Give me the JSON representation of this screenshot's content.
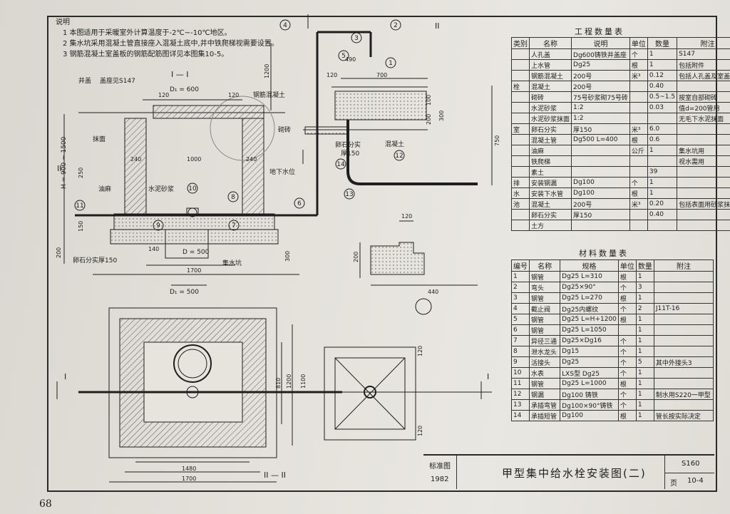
{
  "page_number": "68",
  "notes": {
    "title": "说明",
    "items": [
      "1  本图适用于采暖室外计算温度于-2℃~-10℃地区。",
      "2  集水坑采用混凝土管直接座入混凝土底中,井中铁爬梯视需要设置。",
      "3  钢筋混凝土室盖板的钢筋配筋图详见本图集10-5。"
    ]
  },
  "drawing": {
    "section_title": "I — I",
    "section2_title": "II — II",
    "d1_top": "D₁ = 600",
    "d_pit": "D = 500",
    "d1_bottom": "D₁ = 500",
    "sump_label": "集水坑",
    "labels": {
      "well_cover": "井盖",
      "well_cover_ref": "盖座见S147",
      "rc": "钢筋混凝土",
      "brick": "砌砖",
      "plaster": "抹面",
      "asphalt": "油麻",
      "cement": "水泥砂浆",
      "groundwater": "地下水位",
      "gravel": "卵石分实厚150",
      "concrete": "混凝土",
      "gravel2": "卵石分实",
      "gravel2_thk": "厚150",
      "h_range": "H = 900 ~ 1500",
      "axis1": "I",
      "axis2": "II"
    },
    "dims": [
      "120",
      "120",
      "1000",
      "240",
      "240",
      "250",
      "150",
      "200",
      "1700",
      "140",
      "300",
      "1200",
      "490",
      "700",
      "120",
      "100",
      "200",
      "300",
      "750",
      "120",
      "200",
      "440",
      "810",
      "1200",
      "1480",
      "1700",
      "1100",
      "120",
      "120"
    ],
    "callouts": [
      "1",
      "2",
      "3",
      "4",
      "5",
      "6",
      "7",
      "8",
      "9",
      "10",
      "11",
      "12",
      "13",
      "14"
    ]
  },
  "eng_table": {
    "title": "工程数量表",
    "headers": [
      "类别",
      "名称",
      "说明",
      "单位",
      "数量",
      "附注"
    ],
    "rows": [
      [
        "",
        "人孔盖",
        "Dg600铸铁井盖座",
        "个",
        "1",
        "S147"
      ],
      [
        "",
        "上水管",
        "Dg25",
        "根",
        "1",
        "包括附件"
      ],
      [
        "",
        "钢筋混凝土",
        "200号",
        "米³",
        "0.12",
        "包括人孔盖及室盖板"
      ],
      [
        "栓",
        "混凝土",
        "200号",
        "",
        "0.40",
        ""
      ],
      [
        "",
        "砌砖",
        "75号砂浆砌75号砖",
        "",
        "0.5~1.5",
        "按室自部砌砖"
      ],
      [
        "",
        "水泥砂浆",
        "1:2",
        "",
        "0.03",
        "值d=200管用"
      ],
      [
        "",
        "水泥砂浆抹面",
        "1:2",
        "",
        "",
        "无毛下水泥抹面"
      ],
      [
        "室",
        "卵石分实",
        "厚150",
        "米³",
        "6.0",
        ""
      ],
      [
        "",
        "混凝土管",
        "Dg500  L=400",
        "根",
        "0.6",
        ""
      ],
      [
        "",
        "油麻",
        "",
        "公斤",
        "1",
        "集水坑用"
      ],
      [
        "",
        "铁爬梯",
        "",
        "",
        "",
        "视水需用"
      ],
      [
        "",
        "素土",
        "",
        "",
        "39",
        ""
      ],
      [
        "排",
        "安装钢漏",
        "Dg100",
        "个",
        "1",
        ""
      ],
      [
        "水",
        "安装下水管",
        "Dg100",
        "根",
        "1",
        ""
      ],
      [
        "池",
        "混凝土",
        "200号",
        "米³",
        "0.20",
        "包括表面用砂浆抹面"
      ],
      [
        "",
        "卵石分实",
        "厚150",
        "",
        "0.40",
        ""
      ],
      [
        "",
        "土方",
        "",
        "",
        "",
        ""
      ]
    ]
  },
  "mat_table": {
    "title": "材料数量表",
    "headers": [
      "编号",
      "名称",
      "规格",
      "单位",
      "数量",
      "附注"
    ],
    "rows": [
      [
        "1",
        "钢管",
        "Dg25  L=310",
        "根",
        "1",
        ""
      ],
      [
        "2",
        "弯头",
        "Dg25×90°",
        "个",
        "3",
        ""
      ],
      [
        "3",
        "钢管",
        "Dg25  L=270",
        "根",
        "1",
        ""
      ],
      [
        "4",
        "截止阀",
        "Dg25内螺纹",
        "个",
        "2",
        "J11T-16"
      ],
      [
        "5",
        "钢管",
        "Dg25  L=H+1200",
        "根",
        "1",
        ""
      ],
      [
        "6",
        "钢管",
        "Dg25  L=1050",
        "",
        "1",
        ""
      ],
      [
        "7",
        "异径三通",
        "Dg25×Dg16",
        "个",
        "1",
        ""
      ],
      [
        "8",
        "泄水龙头",
        "Dg15",
        "个",
        "1",
        ""
      ],
      [
        "9",
        "活接头",
        "Dg25",
        "个",
        "5",
        "其中外接头3"
      ],
      [
        "10",
        "水表",
        "LXS型 Dg25",
        "个",
        "1",
        ""
      ],
      [
        "11",
        "钢管",
        "Dg25  L=1000",
        "根",
        "1",
        ""
      ],
      [
        "12",
        "钢漏",
        "Dg100 铸铁",
        "个",
        "1",
        "制水用S220一甲型"
      ],
      [
        "13",
        "承插弯管",
        "Dg100×90°铸铁",
        "个",
        "1",
        ""
      ],
      [
        "14",
        "承插短管",
        "Dg100",
        "根",
        "1",
        "管长按实际决定"
      ]
    ]
  },
  "title_block": {
    "std": "标准图",
    "year": "1982",
    "title": "甲型集中给水栓安装图(二)",
    "code": "S160",
    "page_label": "页",
    "page_no": "10-4"
  },
  "colors": {
    "ink": "#1e1e1e",
    "paper": "#e6e4dd",
    "hatch": "#555555"
  }
}
